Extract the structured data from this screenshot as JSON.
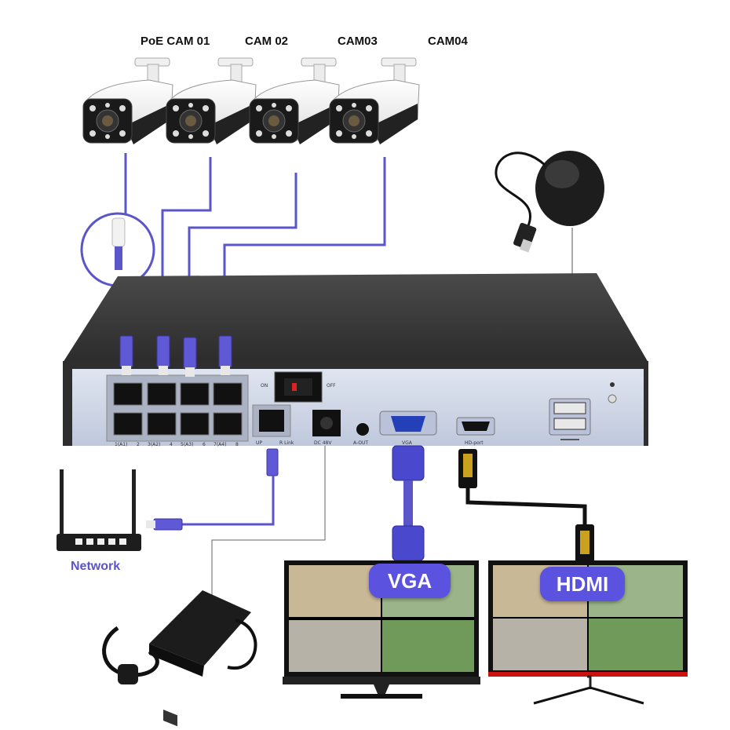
{
  "cameras": [
    {
      "label": "PoE CAM 01"
    },
    {
      "label": "CAM 02"
    },
    {
      "label": "CAM03"
    },
    {
      "label": "CAM04"
    }
  ],
  "nvr": {
    "switch_on": "ON",
    "switch_off": "OFF",
    "port_labels": [
      "1(A1)",
      "2",
      "3(A2)",
      "4",
      "5(A3)",
      "6",
      "7(A4)",
      "8"
    ],
    "uplink_label": "UP",
    "uplink_label2": "R Link",
    "dc_label": "DC 48V",
    "aout_label": "A-OUT",
    "vga_label": "VGA",
    "hdport_label": "HD-port"
  },
  "network": {
    "label": "Network"
  },
  "monitors": {
    "vga_badge": "VGA",
    "hdmi_badge": "HDMI"
  },
  "colors": {
    "cable_blue": "#5a55c8",
    "badge_purple": "#5c52e0",
    "nvr_top": "#3c3c3c",
    "nvr_panel": "#ccd4e6",
    "hdmi_red": "#cc1111"
  },
  "icons": [
    "bullet-camera-icon",
    "rj45-connector-icon",
    "usb-mouse-icon",
    "router-icon",
    "power-adapter-icon",
    "vga-cable-icon",
    "hdmi-cable-icon",
    "monitor-icon",
    "usb-symbol-icon"
  ]
}
